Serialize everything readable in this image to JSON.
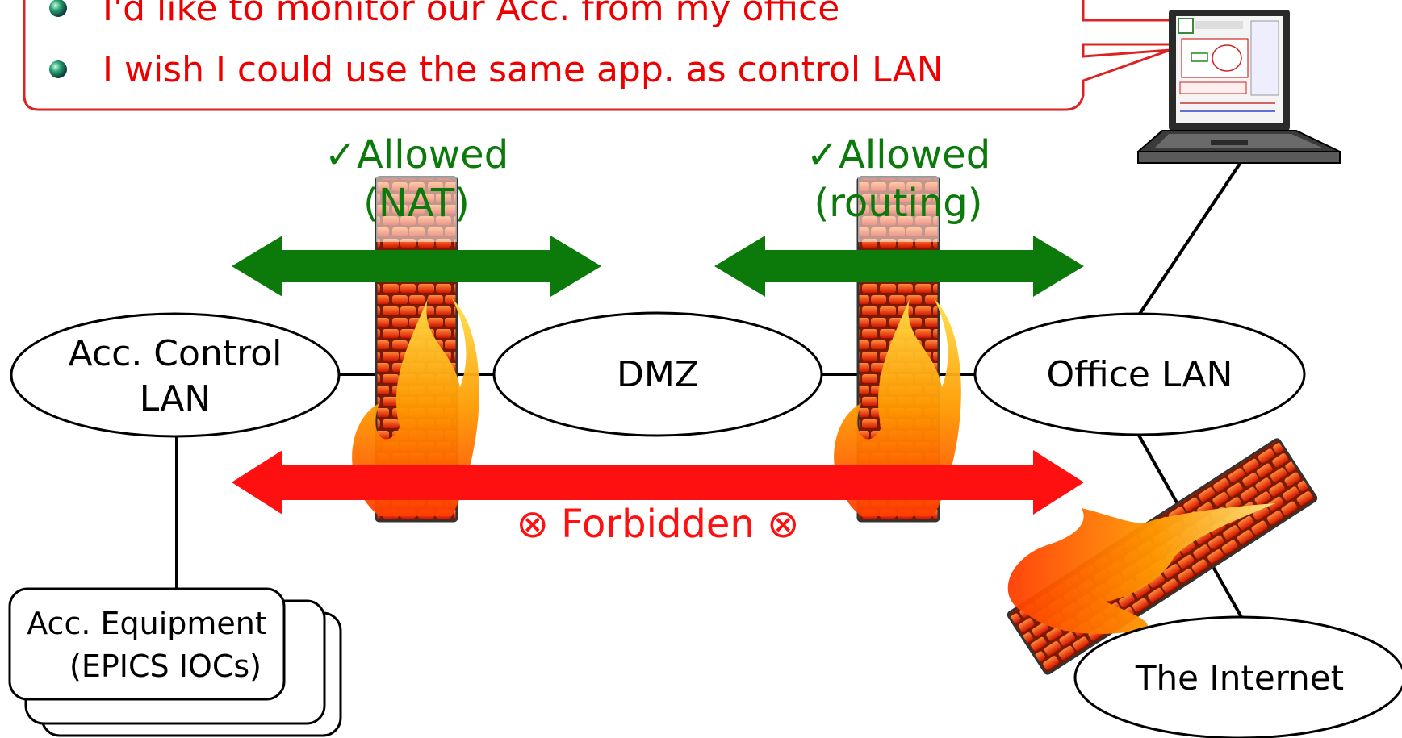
{
  "callout": {
    "bullets": [
      "I'd like to monitor our Acc. from my office",
      "I wish I could use the same app. as control LAN"
    ],
    "text_color": "#ee0000",
    "border_color": "#dd2222"
  },
  "nodes": {
    "control_lan": [
      "Acc. Control",
      "LAN"
    ],
    "dmz": "DMZ",
    "office_lan": "Office LAN",
    "internet": "The Internet",
    "equipment": [
      "Acc. Equipment",
      "(EPICS IOCs)"
    ]
  },
  "arrows": {
    "nat": [
      "✓Allowed",
      "(NAT)"
    ],
    "routing": [
      "✓Allowed",
      "(routing)"
    ],
    "forbidden": "⊗ Forbidden ⊗"
  },
  "colors": {
    "allowed": "#0b7a0b",
    "forbidden": "#ff1010",
    "line": "#000000"
  },
  "icons": [
    "firewall-icon",
    "laptop-icon",
    "bullet-sphere-icon",
    "flame-icon"
  ]
}
